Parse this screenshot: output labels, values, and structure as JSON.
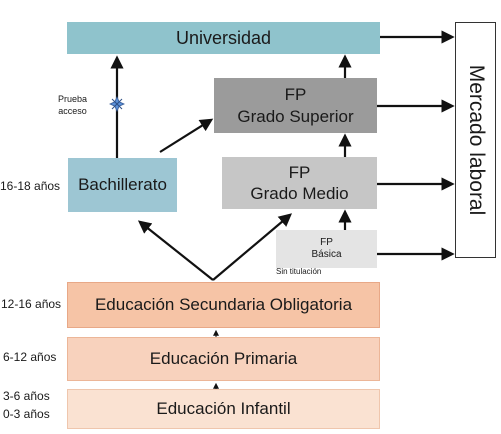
{
  "boxes": {
    "universidad": "Universidad",
    "fp_superior_line1": "FP",
    "fp_superior_line2": "Grado Superior",
    "fp_medio_line1": "FP",
    "fp_medio_line2": "Grado Medio",
    "fp_basica_line1": "FP",
    "fp_basica_line2": "Básica",
    "bachillerato": "Bachillerato",
    "eso": "Educación Secundaria Obligatoria",
    "primaria": "Educación Primaria",
    "infantil": "Educación Infantil",
    "mercado": "Mercado laboral"
  },
  "labels": {
    "prueba_line1": "Prueba",
    "prueba_line2": "acceso",
    "sin_titulacion": "Sin titulación"
  },
  "ages": {
    "a16_18": "16-18 años",
    "a12_16": "12-16 años",
    "a6_12": "6-12 años",
    "a3_6": "3-6 años",
    "a0_3": "0-3 años"
  },
  "colors": {
    "universidad": "#8fc3cc",
    "fp_superior": "#9b9b9b",
    "fp_medio": "#c6c6c6",
    "fp_basica": "#e4e4e4",
    "bachillerato": "#9dc6d3",
    "eso": "#f6c4a6",
    "primaria": "#f8d2bd",
    "infantil": "#fae2d2",
    "access_marker": "#5b8fd6"
  }
}
